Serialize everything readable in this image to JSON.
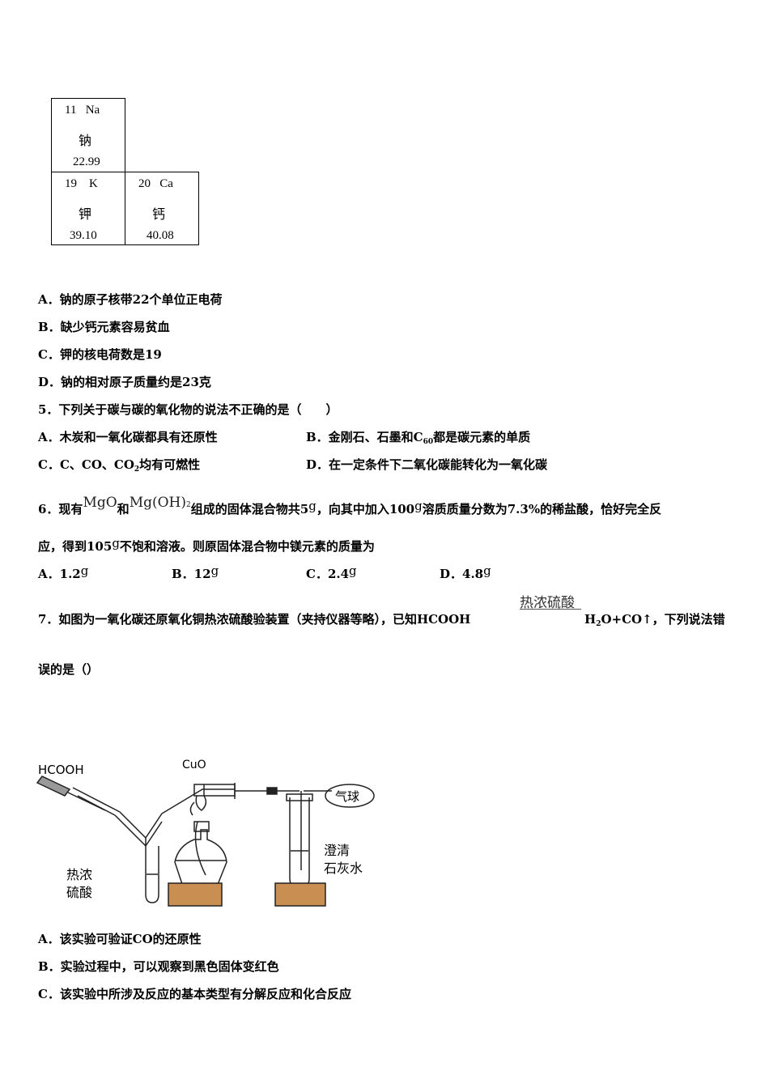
{
  "periodic_table": {
    "na": {
      "number": "11",
      "symbol": "Na",
      "name": "钠",
      "mass": "22.99"
    },
    "k": {
      "number": "19",
      "symbol": "K",
      "name": "钾",
      "mass": "39.10"
    },
    "ca": {
      "number": "20",
      "symbol": "Ca",
      "name": "钙",
      "mass": "40.08"
    }
  },
  "q4_options": {
    "a": "A．钠的原子核带22个单位正电荷",
    "b": "B．缺少钙元素容易贫血",
    "c": "C．钾的核电荷数是19",
    "d": "D．钠的相对原子质量约是23克"
  },
  "q5": {
    "stem": "5．下列关于碳与碳的氧化物的说法不正确的是（　　）",
    "a": "A．木炭和一氧化碳都具有还原性",
    "b_pre": "B．金刚石、石墨和C",
    "b_sub": "60",
    "b_post": "都是碳元素的单质",
    "c_pre": "C．C、CO、CO",
    "c_sub": "2",
    "c_post": "均有可燃性",
    "d": "D．在一定条件下二氧化碳能转化为一氧化碳"
  },
  "q6": {
    "p1": "6．现有",
    "mgo": "MgO",
    "p2": "和",
    "mgoh": "Mg(OH)",
    "mgoh_sub": "2",
    "p3": "组成的固体混合物共5",
    "g": "g",
    "p4": "，向其中加入100",
    "p5": "溶质质量分数为7.3%的稀盐酸，恰好完全反",
    "line2_a": "应，得到105",
    "line2_b": "不饱和溶液。则原固体混合物中镁元素的质量为",
    "opt_a": "A．1.2",
    "opt_b": "B．12",
    "opt_c": "C．2.4",
    "opt_d": "D．4.8"
  },
  "q7": {
    "stem_a": "7．如图为一氧化碳还原氧化铜热浓硫酸验装置（夹持仪器等略），已知HCOOH",
    "condition": "热浓硫酸",
    "stem_b_pre": "H",
    "stem_b_sub": "2",
    "stem_b_post": "O+CO↑，下列说法错",
    "stem_c": "误的是（）",
    "a": "A．该实验可验证CO的还原性",
    "b": "B．实验过程中，可以观察到黑色固体变红色",
    "c": "C．该实验中所涉及反应的基本类型有分解反应和化合反应"
  },
  "diagram": {
    "hcooh": "HCOOH",
    "cuo": "CuO",
    "balloon": "气球",
    "acid_1": "热浓",
    "acid_2": "硫酸",
    "lime_1": "澄清",
    "lime_2": "石灰水"
  }
}
